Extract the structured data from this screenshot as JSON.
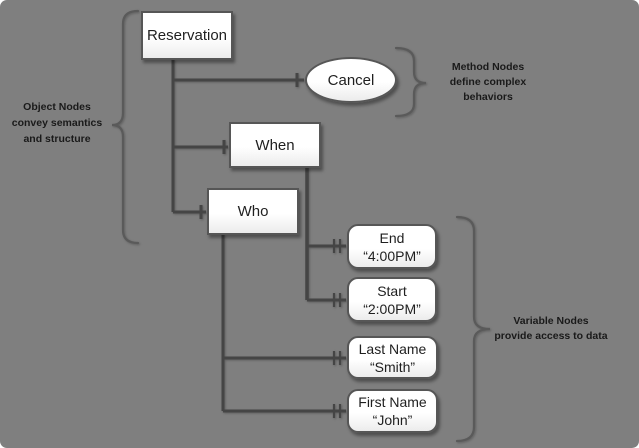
{
  "diagram": {
    "nodes": {
      "reservation": {
        "label": "Reservation"
      },
      "cancel": {
        "label": "Cancel"
      },
      "when": {
        "label": "When"
      },
      "who": {
        "label": "Who"
      },
      "end": {
        "name": "End",
        "value": "“4:00PM”"
      },
      "start": {
        "name": "Start",
        "value": "“2:00PM”"
      },
      "last_name": {
        "name": "Last Name",
        "value": "“Smith”"
      },
      "first_name": {
        "name": "First Name",
        "value": "“John”"
      }
    },
    "annotations": {
      "object_nodes": {
        "lines": [
          "Object Nodes",
          "convey semantics",
          "and structure"
        ]
      },
      "method_nodes": {
        "lines": [
          "Method Nodes",
          "define complex",
          "behaviors"
        ]
      },
      "variable_nodes": {
        "lines": [
          "Variable Nodes",
          "provide access to data"
        ]
      }
    },
    "colors": {
      "background": "#7f7f7f",
      "connector": "#454545",
      "node_border": "#565656",
      "node_fill": "#ffffff",
      "brace": "#5a5a5a",
      "text": "#1f1f1f"
    }
  }
}
